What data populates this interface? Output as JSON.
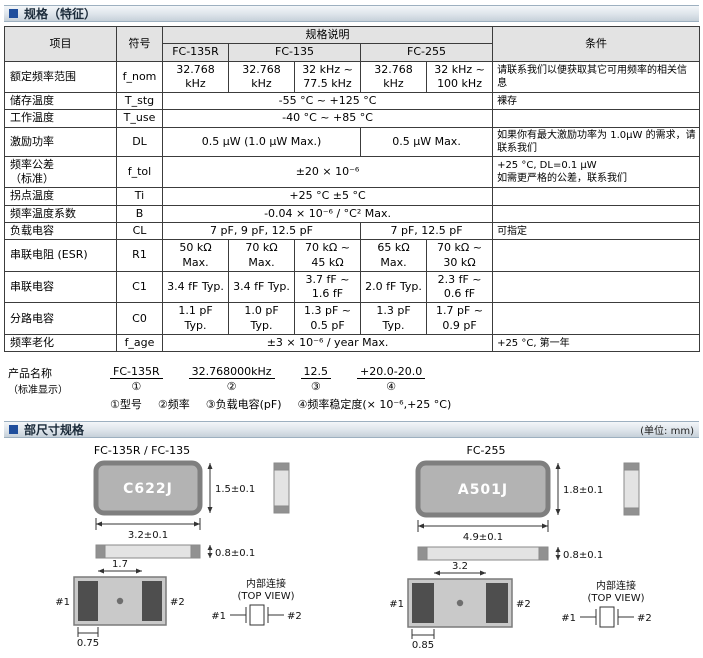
{
  "colors": {
    "accent_blue": "#1f4e9c",
    "header_gray": "#e3e3e3",
    "package_gray": "#b3b3b3",
    "pad_dark": "#4e4e4e"
  },
  "sections": {
    "specs_title": "规格（特征）",
    "dims_title": "部尺寸规格",
    "dims_unit": "(单位: mm)",
    "marker_icon": "blue-square"
  },
  "spec_table": {
    "headers": {
      "item": "项目",
      "symbol": "符号",
      "spec": "规格说明",
      "condition": "条件",
      "models": [
        "FC-135R",
        "FC-135",
        "FC-255"
      ]
    },
    "rows": [
      {
        "item": "额定频率范围",
        "symbol": "f_nom",
        "cells": [
          "32.768 kHz",
          "32.768 kHz",
          "32 kHz ~\n77.5 kHz",
          "32.768 kHz",
          "32 kHz ~\n100 kHz"
        ],
        "condition": "请联系我们以便获取其它可用频率的相关信息"
      },
      {
        "item": "储存温度",
        "symbol": "T_stg",
        "cells": [
          "-55 °C ~ +125 °C"
        ],
        "condition": "裸存"
      },
      {
        "item": "工作温度",
        "symbol": "T_use",
        "cells": [
          "-40 °C ~ +85 °C"
        ],
        "condition": ""
      },
      {
        "item": "激励功率",
        "symbol": "DL",
        "cells": [
          "0.5 μW (1.0 μW Max.)",
          "0.5 μW Max."
        ],
        "condition": "如果你有最大激励功率为 1.0μW 的需求，请联系我们"
      },
      {
        "item": "频率公差\n（标准）",
        "symbol": "f_tol",
        "cells": [
          "±20 × 10⁻⁶"
        ],
        "condition": "+25 °C, DL=0.1 μW\n如需更严格的公差，联系我们"
      },
      {
        "item": "拐点温度",
        "symbol": "Ti",
        "cells": [
          "+25 °C ±5 °C"
        ],
        "condition": ""
      },
      {
        "item": "频率温度系数",
        "symbol": "B",
        "cells": [
          "-0.04 × 10⁻⁶ / °C² Max."
        ],
        "condition": ""
      },
      {
        "item": "负载电容",
        "symbol": "CL",
        "cells": [
          "7 pF, 9 pF, 12.5 pF",
          "7 pF, 12.5 pF"
        ],
        "condition": "可指定"
      },
      {
        "item": "串联电阻 (ESR)",
        "symbol": "R1",
        "cells": [
          "50 kΩ Max.",
          "70 kΩ Max.",
          "70 kΩ ~\n45 kΩ",
          "65 kΩ Max.",
          "70 kΩ ~\n30 kΩ"
        ],
        "condition": ""
      },
      {
        "item": "串联电容",
        "symbol": "C1",
        "cells": [
          "3.4 fF Typ.",
          "3.4 fF Typ.",
          "3.7 fF ~\n1.6 fF",
          "2.0 fF Typ.",
          "2.3 fF ~\n0.6 fF"
        ],
        "condition": ""
      },
      {
        "item": "分路电容",
        "symbol": "C0",
        "cells": [
          "1.1 pF Typ.",
          "1.0 pF Typ.",
          "1.3 pF ~\n0.5 pF",
          "1.3 pF Typ.",
          "1.7 pF ~\n0.9 pF"
        ],
        "condition": ""
      },
      {
        "item": "频率老化",
        "symbol": "f_age",
        "cells": [
          "±3 × 10⁻⁶ / year Max."
        ],
        "condition": "+25 °C, 第一年"
      }
    ]
  },
  "product_name": {
    "label_line1": "产品名称",
    "label_line2": "（标准显示）",
    "parts": [
      {
        "value": "FC-135R",
        "num": "①"
      },
      {
        "value": "32.768000kHz",
        "num": "②"
      },
      {
        "value": "12.5",
        "num": "③"
      },
      {
        "value": "+20.0-20.0",
        "num": "④"
      }
    ],
    "legend": [
      "①型号",
      "②频率",
      "③负载电容(pF)",
      "④频率稳定度(× 10⁻⁶,+25 °C)"
    ]
  },
  "dimensions": {
    "left": {
      "title": "FC-135R / FC-135",
      "part_label": "C622J",
      "width_dim": "3.2±0.1",
      "height_dim": "1.5±0.1",
      "thickness_dim": "0.8±0.1",
      "pad_span_dim": "1.7",
      "pad_width_dim": "0.75",
      "pin1": "#1",
      "pin2": "#2",
      "internal_line1": "内部连接",
      "internal_line2": "(TOP VIEW)"
    },
    "right": {
      "title": "FC-255",
      "part_label": "A501J",
      "width_dim": "4.9±0.1",
      "height_dim": "1.8±0.1",
      "thickness_dim": "0.8±0.1",
      "pad_span_dim": "3.2",
      "pad_width_dim": "0.85",
      "pin1": "#1",
      "pin2": "#2",
      "internal_line1": "内部连接",
      "internal_line2": "(TOP VIEW)"
    }
  }
}
